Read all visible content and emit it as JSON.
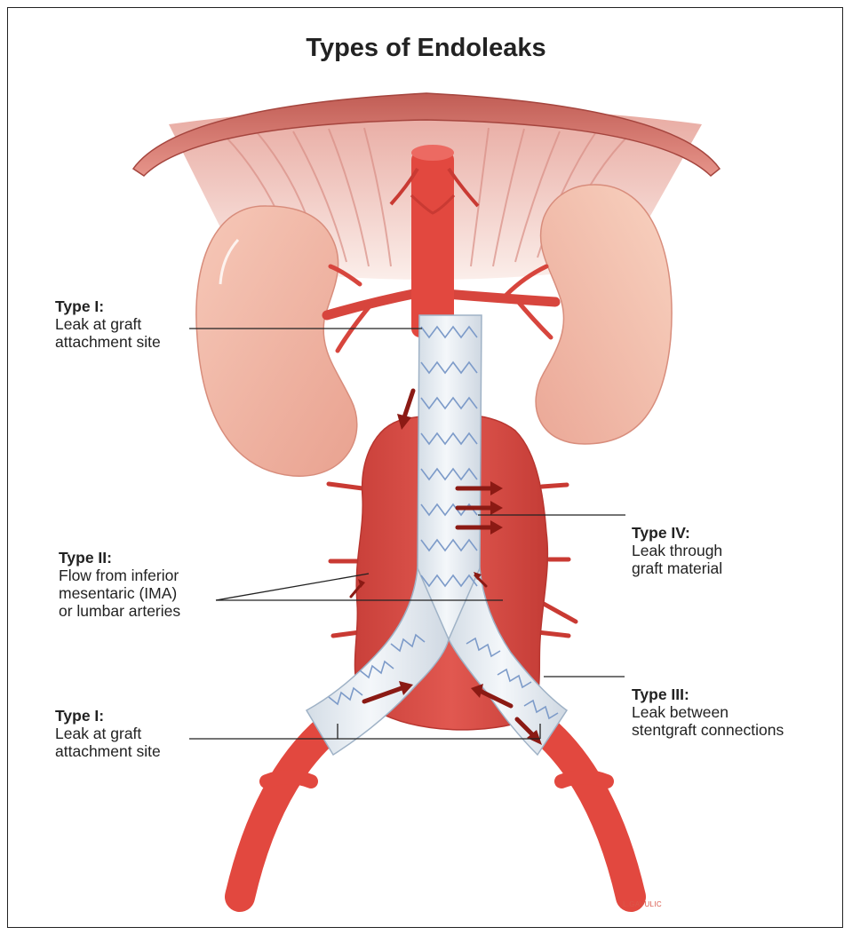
{
  "title": "Types of Endoleaks",
  "labels": {
    "type1_upper": {
      "heading": "Type I:",
      "text": "Leak at graft\nattachment site"
    },
    "type2": {
      "heading": "Type II:",
      "text": "Flow from inferior\nmesentaric (IMA)\nor lumbar arteries"
    },
    "type1_lower": {
      "heading": "Type I:",
      "text": "Leak at graft\nattachment site"
    },
    "type4": {
      "heading": "Type IV:",
      "text": "Leak through\ngraft material"
    },
    "type3": {
      "heading": "Type III:",
      "text": "Leak between\nstentgraft connections"
    }
  },
  "signature": "L.GAVULIC",
  "colors": {
    "artery": "#e2483f",
    "artery_dark": "#c93a33",
    "aneurysm": "#d8453e",
    "kidney": "#f2b9a8",
    "diaphragm": "#c9675e",
    "graft": "#e6ecf2",
    "stent_wire": "#7d9bc9",
    "leak_arrow": "#8b1a14"
  }
}
